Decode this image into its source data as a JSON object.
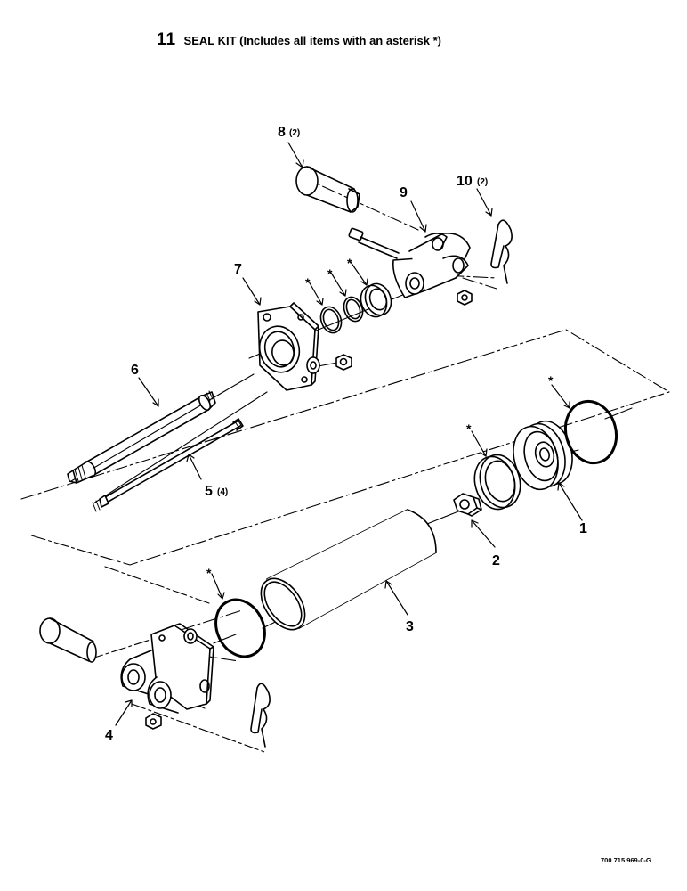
{
  "header": {
    "item_number": "11",
    "title": "SEAL KIT (Includes all items with an asterisk *)"
  },
  "callouts": [
    {
      "number": "1",
      "qty": ""
    },
    {
      "number": "2",
      "qty": ""
    },
    {
      "number": "3",
      "qty": ""
    },
    {
      "number": "4",
      "qty": ""
    },
    {
      "number": "5",
      "qty": "(4)"
    },
    {
      "number": "6",
      "qty": ""
    },
    {
      "number": "7",
      "qty": ""
    },
    {
      "number": "8",
      "qty": "(2)"
    },
    {
      "number": "9",
      "qty": ""
    },
    {
      "number": "10",
      "qty": "(2)"
    }
  ],
  "asterisk": "*",
  "drawing_number": "700 715 969-0-G"
}
